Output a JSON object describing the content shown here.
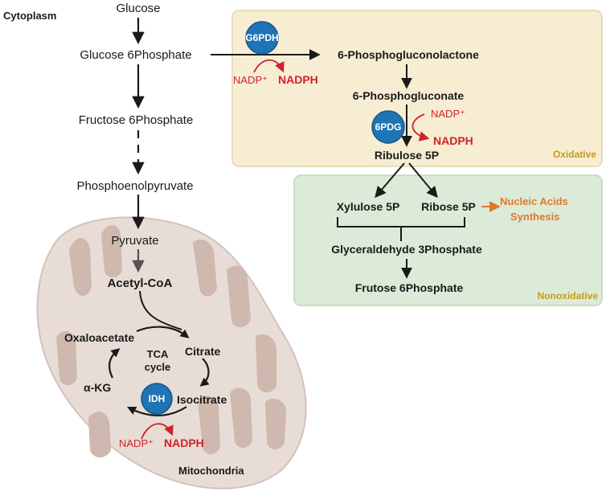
{
  "cytoplasm_label": "Cytoplasm",
  "glycolysis": {
    "glucose": "Glucose",
    "glucose_6p": "Glucose 6Phosphate",
    "fructose_6p": "Fructose 6Phosphate",
    "pep": "Phosphoenolpyruvate",
    "pyruvate": "Pyruvate"
  },
  "oxidative": {
    "region_label": "Oxidative",
    "enzyme1": "G6PDH",
    "nadp1": "NADP⁺",
    "nadph1": "NADPH",
    "lactone": "6-Phosphogluconolactone",
    "gluconate": "6-Phosphogluconate",
    "enzyme2": "6PDG",
    "nadp2": "NADP⁺",
    "nadph2": "NADPH",
    "ribulose": "Ribulose 5P"
  },
  "nonoxidative": {
    "region_label": "Nonoxidative",
    "xylulose": "Xylulose 5P",
    "ribose": "Ribose 5P",
    "nucleic1": "Nucleic Acids",
    "nucleic2": "Synthesis",
    "glyceraldehyde": "Glyceraldehyde 3Phosphate",
    "frutose": "Frutose 6Phosphate"
  },
  "mitochondria": {
    "label": "Mitochondria",
    "acetyl": "Acetyl-CoA",
    "oxaloacetate": "Oxaloacetate",
    "citrate": "Citrate",
    "tca1": "TCA",
    "tca2": "cycle",
    "akg": "α-KG",
    "isocitrate": "Isocitrate",
    "enzyme": "IDH",
    "nadp": "NADP⁺",
    "nadph": "NADPH"
  },
  "colors": {
    "oxidative_fill": "#f7edd2",
    "nonoxidative_fill": "#dcebd8",
    "mito_outer": "#e8dcd6",
    "mito_inner": "#cfb8ae",
    "enzyme_blue": "#1e74b5",
    "nadph_red": "#d1212b",
    "region_label_gold": "#c49a1c",
    "nucleic_orange": "#e0782a"
  }
}
